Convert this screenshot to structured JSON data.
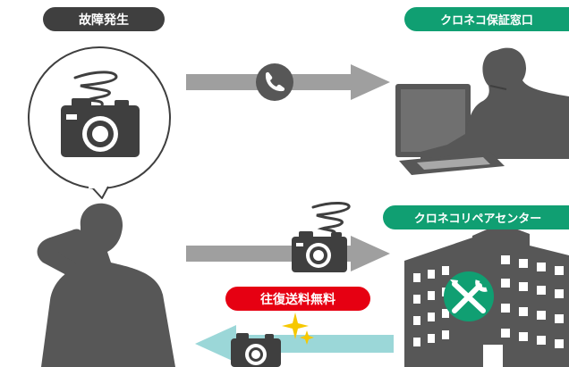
{
  "labels": {
    "trouble": "故障発生",
    "call_center": "クロネコ保証窓口",
    "repair_center": "クロネコリペアセンター",
    "free_shipping": "往復送料無料"
  },
  "colors": {
    "dark": "#3f3f3f",
    "figure": "#575757",
    "arrow": "#9f9f9f",
    "return_arrow": "#9bd7d8",
    "green": "#109f72",
    "red": "#e60012",
    "sparkle": "#f6c800"
  },
  "icons": [
    "phone-icon",
    "camera-icon",
    "dizzy-scribble-icon",
    "operator-icon",
    "person-icon",
    "building-icon",
    "tools-icon",
    "sparkle-icon"
  ]
}
